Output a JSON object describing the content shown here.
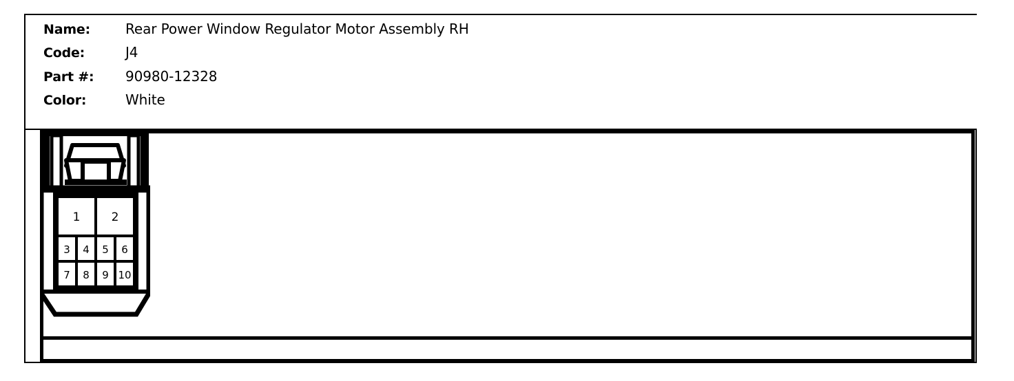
{
  "document": {
    "type": "connector-datasheet"
  },
  "info": {
    "rows": [
      {
        "label": "Name:",
        "value": "Rear Power Window Regulator Motor Assembly RH"
      },
      {
        "label": "Code:",
        "value": "J4"
      },
      {
        "label": "Part #:",
        "value": "90980-12328"
      },
      {
        "label": "Color:",
        "value": "White"
      }
    ]
  },
  "connector": {
    "name": "connector-pinout-diagram",
    "color": "White",
    "total_pins": 10,
    "rows": [
      {
        "row": 1,
        "pins": [
          "1",
          "2"
        ]
      },
      {
        "row": 2,
        "pins": [
          "3",
          "4",
          "5",
          "6"
        ]
      },
      {
        "row": 3,
        "pins": [
          "7",
          "8",
          "9",
          "10"
        ]
      }
    ],
    "pins": [
      "1",
      "2",
      "3",
      "4",
      "5",
      "6",
      "7",
      "8",
      "9",
      "10"
    ]
  },
  "colors": {
    "ink": "#000000",
    "paper": "#ffffff"
  }
}
